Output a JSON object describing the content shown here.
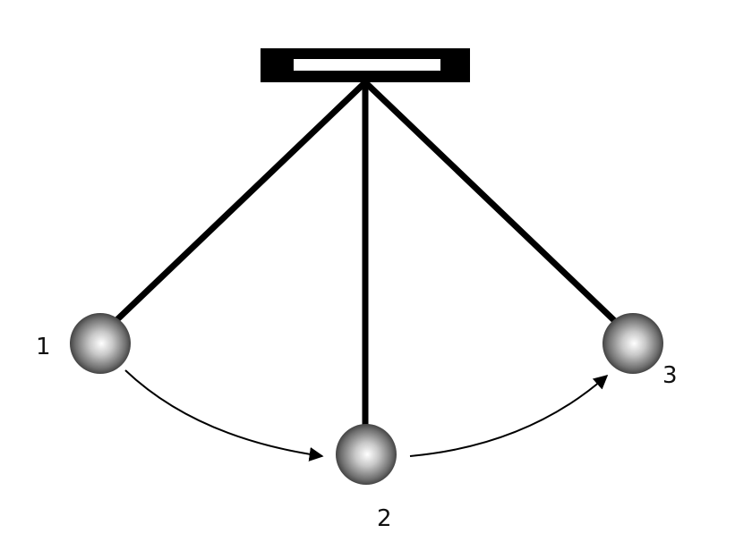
{
  "labels": {
    "position_1": "1",
    "position_2": "2",
    "position_3": "3"
  },
  "colors": {
    "line": "#000000",
    "background": "#ffffff",
    "bob_light": "#ffffff",
    "bob_mid": "#9a9a9a",
    "bob_dark": "#2b2b2b"
  },
  "icons": {
    "support": "ceiling-support-icon",
    "bob": "pendulum-bob-icon",
    "arrow": "swing-arrow-icon"
  }
}
